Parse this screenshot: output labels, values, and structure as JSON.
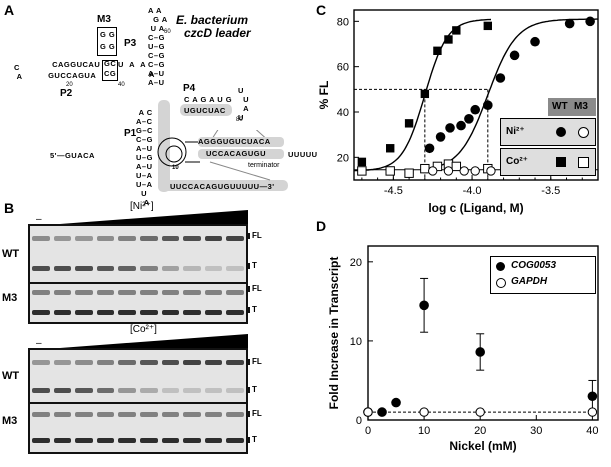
{
  "panels": {
    "a": "A",
    "b": "B",
    "c": "C",
    "d": "D"
  },
  "panelA": {
    "title_line1": "E. bacterium",
    "title_line2": "czcD leader",
    "stem_labels": [
      "M3",
      "P1",
      "P2",
      "P3",
      "P4"
    ],
    "nums": [
      "10",
      "20",
      "40",
      "60",
      "80"
    ],
    "seq_5prime": "5'—GUACA",
    "seq_3prime": "UUCCACAGUGUUUUU—3'",
    "terminator_top": "AGGGUGUCUACA",
    "terminator_bottom": "UCCACAGUGU",
    "terminator_tail": "UUUUU",
    "terminator_label": "terminator",
    "p2_seq_top": "CAGGUCAU",
    "p2_seq_bot": "GUCCAGUA",
    "m3_box": "GG\nGG",
    "p4_seq": "UGUCUAC"
  },
  "panelB": {
    "ni_label": "[Ni²⁺]",
    "co_label": "[Co²⁺]",
    "minus": "–",
    "wt": "WT",
    "m3": "M3",
    "fl": "FL",
    "t": "T",
    "lanes": 10
  },
  "legendC": {
    "wt": "WT",
    "m3": "M3",
    "ni": "Ni²⁺",
    "co": "Co²⁺"
  },
  "legendD": {
    "s1": "COG0053",
    "s2": "GAPDH"
  },
  "chart_data": [
    {
      "type": "scatter",
      "xlabel": "log c (Ligand, M)",
      "ylabel": "% FL",
      "xlim": [
        -4.75,
        -3.2
      ],
      "ylim": [
        10,
        85
      ],
      "xticks": [
        -4.5,
        -4.0,
        -3.5
      ],
      "xtick_labels": [
        "-4.5",
        "-4.0",
        "-3.5"
      ],
      "yticks": [
        20,
        40,
        60,
        80
      ],
      "guide_lines": {
        "y": 50,
        "x": [
          -4.3,
          -3.9
        ]
      },
      "series": [
        {
          "name": "Co²⁺",
          "marker": "filled-square",
          "x": [
            -4.7,
            -4.52,
            -4.4,
            -4.3,
            -4.22,
            -4.15,
            -4.1,
            -3.9
          ],
          "y": [
            18,
            24,
            35,
            48,
            67,
            72,
            76,
            78
          ]
        },
        {
          "name": "Ni²⁺",
          "marker": "filled-circle",
          "x": [
            -4.27,
            -4.2,
            -4.14,
            -4.07,
            -4.02,
            -3.98,
            -3.9,
            -3.82,
            -3.73,
            -3.6,
            -3.38,
            -3.25
          ],
          "y": [
            24,
            29,
            33,
            34,
            37,
            41,
            43,
            55,
            65,
            71,
            79,
            80
          ]
        },
        {
          "name": "Co²⁺ M3",
          "marker": "open-square",
          "x": [
            -4.7,
            -4.52,
            -4.4,
            -4.3,
            -4.22,
            -4.15,
            -4.1,
            -3.9
          ],
          "y": [
            14,
            14,
            13,
            15,
            16,
            17,
            16,
            15
          ]
        },
        {
          "name": "Ni²⁺ M3",
          "marker": "open-circle",
          "x": [
            -4.25,
            -4.15,
            -4.05,
            -3.98,
            -3.88,
            -3.75,
            -3.6,
            -3.45,
            -3.3
          ],
          "y": [
            14,
            14,
            14,
            14,
            14,
            14,
            14,
            14,
            14
          ]
        }
      ]
    },
    {
      "type": "scatter",
      "xlabel": "Nickel (mM)",
      "ylabel": "Fold Increase in Transcript",
      "xlim": [
        0,
        41
      ],
      "ylim": [
        0,
        22
      ],
      "xticks": [
        0,
        10,
        20,
        30,
        40
      ],
      "xtick_labels": [
        "0",
        "10",
        "20",
        "30",
        "40"
      ],
      "yticks": [
        0,
        10,
        20
      ],
      "ytick_labels": [
        "0",
        "10",
        "20"
      ],
      "series": [
        {
          "name": "COG0053",
          "marker": "filled-circle",
          "x": [
            0,
            2.5,
            5,
            10,
            20,
            40
          ],
          "y": [
            1,
            1,
            2.2,
            14.5,
            8.6,
            3
          ],
          "err": [
            0,
            0,
            0,
            3.4,
            2.3,
            2
          ]
        },
        {
          "name": "GAPDH",
          "marker": "open-circle",
          "x": [
            0,
            10,
            20,
            40
          ],
          "y": [
            1,
            1,
            1,
            1
          ],
          "err": [
            0,
            0,
            0,
            0
          ]
        }
      ]
    }
  ]
}
